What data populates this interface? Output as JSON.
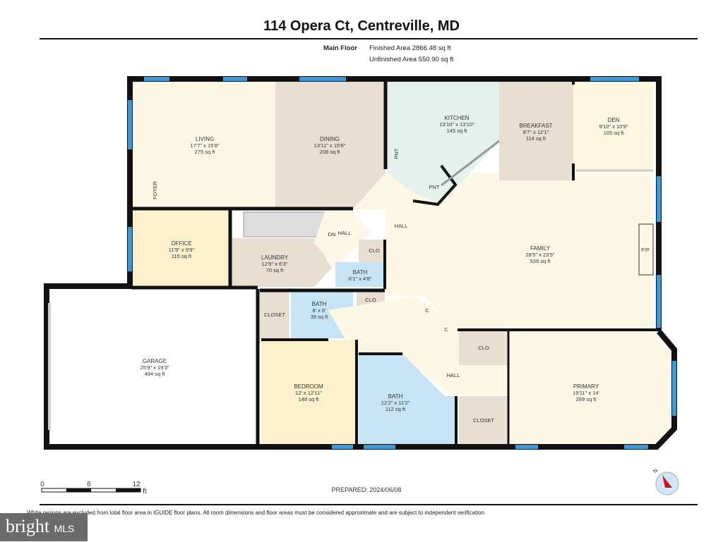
{
  "title": "114 Opera Ct, Centreville, MD",
  "floor": {
    "name": "Main Floor",
    "finished": "Finished Area 2866.48 sq ft",
    "unfinished": "Unfinished Area 550.90 sq ft"
  },
  "rooms": {
    "living": {
      "name": "LIVING",
      "dims": "17'7\" x 15'8\"",
      "area": "275 sq ft"
    },
    "dining": {
      "name": "DINING",
      "dims": "13'11\" x 15'8\"",
      "area": "208 sq ft"
    },
    "kitchen": {
      "name": "KITCHEN",
      "dims": "13'10\" x 13'10\"",
      "area": "145 sq ft"
    },
    "breakfast": {
      "name": "BREAKFAST",
      "dims": "9'7\" x 12'1\"",
      "area": "114 sq ft"
    },
    "den": {
      "name": "DEN",
      "dims": "9'10\" x 10'9\"",
      "area": "105 sq ft"
    },
    "family": {
      "name": "FAMILY",
      "dims": "28'5\" x 23'5\"",
      "area": "539 sq ft"
    },
    "office": {
      "name": "OFFICE",
      "dims": "11'9\" x 9'9\"",
      "area": "115 sq ft"
    },
    "laundry": {
      "name": "LAUNDRY",
      "dims": "12'9\" x 6'3\"",
      "area": "70 sq ft"
    },
    "bath1": {
      "name": "BATH",
      "dims": "6'1\" x 4'8\""
    },
    "bath2": {
      "name": "BATH",
      "dims": "8' x 6'",
      "area": "39 sq ft"
    },
    "bath3": {
      "name": "BATH",
      "dims": "12'2\" x 11'2\"",
      "area": "112 sq ft"
    },
    "garage": {
      "name": "GARAGE",
      "dims": "25'9\" x 19'3\"",
      "area": "494 sq ft"
    },
    "bedroom": {
      "name": "BEDROOM",
      "dims": "12' x 12'11\"",
      "area": "148 sq ft"
    },
    "primary": {
      "name": "PRIMARY",
      "dims": "19'11\" x 14'",
      "area": "269 sq ft"
    },
    "labels": {
      "foyer": "FOYER",
      "hall": "HALL",
      "hall2": "HALL",
      "hall3": "HALL",
      "dn": "DN",
      "pnt": "PNT",
      "pnt2": "PNT",
      "clo": "CLO",
      "clo2": "CLO",
      "clo3": "CLO",
      "closet": "CLOSET",
      "closet2": "CLOSET",
      "c": "C",
      "c2": "C",
      "fp": "F/P"
    }
  },
  "scale": {
    "ticks": [
      "0",
      "6",
      "12"
    ],
    "unit": "ft"
  },
  "prepared": "PREPARED: 2024/06/08",
  "compass": "N",
  "disclaimer": "White regions are excluded from total floor area in iGUIDE floor plans. All room dimensions and floor areas must be considered approximate and are subject to independent verification.",
  "logo": {
    "main": "bright",
    "suffix": "MLS"
  },
  "colors": {
    "wall": "#111111",
    "window": "#3a9ad9",
    "cream": "#fdf8e6",
    "tan": "#e8dfd2",
    "yellow": "#fdf0cc",
    "blue": "#c6e4f5",
    "mint": "#e4f1ec"
  }
}
